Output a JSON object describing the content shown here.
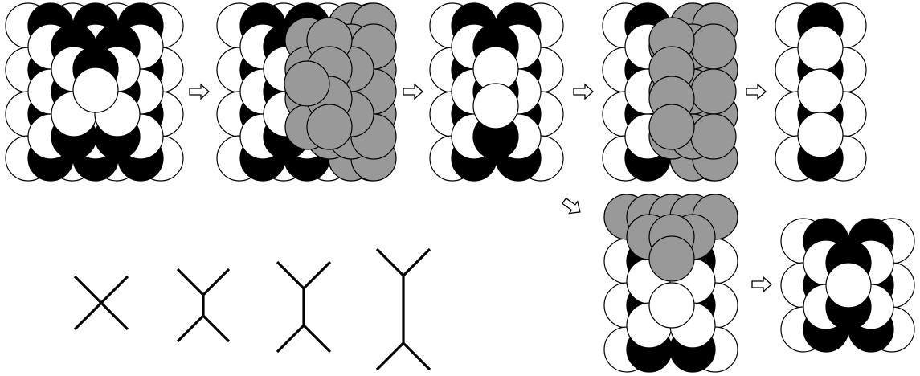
{
  "colors": {
    "background": "#ffffff",
    "outline": "#000000",
    "white_sphere": "#ffffff",
    "black_sphere": "#000000",
    "removed_sphere": "#999999"
  },
  "panels": [
    {
      "id": "p1",
      "description_text": ""
    },
    {
      "id": "p2",
      "description_text": ""
    },
    {
      "id": "p3",
      "description_text": ""
    },
    {
      "id": "p4",
      "description_text": ""
    },
    {
      "id": "p5",
      "description_text": ""
    },
    {
      "id": "p6",
      "description_text": ""
    },
    {
      "id": "p7",
      "description_text": ""
    }
  ],
  "arrows": [
    "right-arrow-icon",
    "right-arrow-icon",
    "right-arrow-icon",
    "right-arrow-icon",
    "down-right-arrow-icon",
    "right-arrow-icon"
  ],
  "branch_figures": [
    "x-junction",
    "split-junction-short",
    "split-junction-medium",
    "split-junction-long"
  ]
}
